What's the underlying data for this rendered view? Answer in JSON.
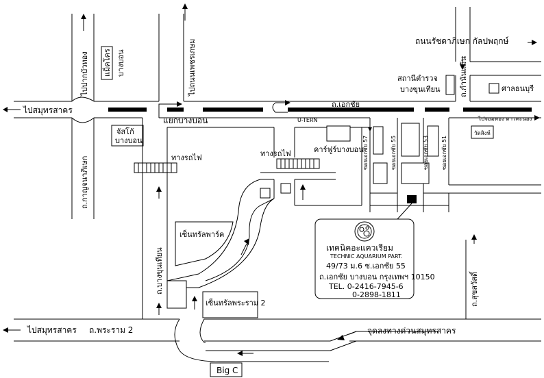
{
  "labels": {
    "to_samut_sakhon_top": "ไปสมุทรสาคร",
    "to_pak_bang_bua_thong": "ไปปากบัวทอง",
    "to_phet_kasem": "ไปถนนเพชรเกษม",
    "makro": "แม็คโคร",
    "makro_branch": "บางบอน",
    "jusco": "จัสโก้",
    "jusco_branch": "บางบอน",
    "kanchanaphisek": "ถ.กาญจนาภิเษก",
    "bang_bon_junction": "แยกบางบอน",
    "railway_left": "ทางรถไฟ",
    "railway_right": "ทางรถไฟ",
    "u_turn": "U-TERN",
    "ekachai_road": "ถ.เอกชัย",
    "carfour": "คาร์ฟูร์บางบอน",
    "ratchada": "ถนนรัชดาภิเษก กัลปพฤกษ์",
    "kamnan_maen": "ถ.กำนันแม้น",
    "police_station_1": "สถานีตำรวจ",
    "police_station_2": "บางขุนเทียน",
    "thonburi_pavilion": "ศาลธนบุรี",
    "to_chom_thong": "ไปจอมทอง ดาวคะนอง",
    "wat_sing": "วัดสิงห์",
    "soi_57": "ซอยเอกชัย 57",
    "soi_55": "ซอยเอกชัย 55",
    "soi_53": "ซอยเอกชัย 53",
    "soi_51": "ซอยเอกชัย 51",
    "central_park": "เซ็นทรัลพาร์ค",
    "bang_khun_thian_road": "ถ.บางขุนเทียน",
    "central_rama2": "เซ็นทรัลพระราม 2",
    "to_samut_sakhon_bottom": "ไปสมุทรสาคร",
    "rama2_road": "ถ.พระราม 2",
    "expressway_exit": "จุดลงทางด่วนสมุทรสาคร",
    "big_c": "Big C",
    "sukhumvit": "ถ.สุขสวัสดิ์"
  },
  "aquarium": {
    "name_th": "เทคนิคอะแควเรียม",
    "name_en": "TECHNIC AQUARIUM PART.",
    "address_1": "49/73 ม.6 ซ.เอกชัย 55",
    "address_2": "ถ.เอกชัย บางบอน กรุงเทพฯ 10150",
    "tel_1": "TEL. 0-2416-7945-6",
    "tel_2": "0-2898-1811"
  }
}
